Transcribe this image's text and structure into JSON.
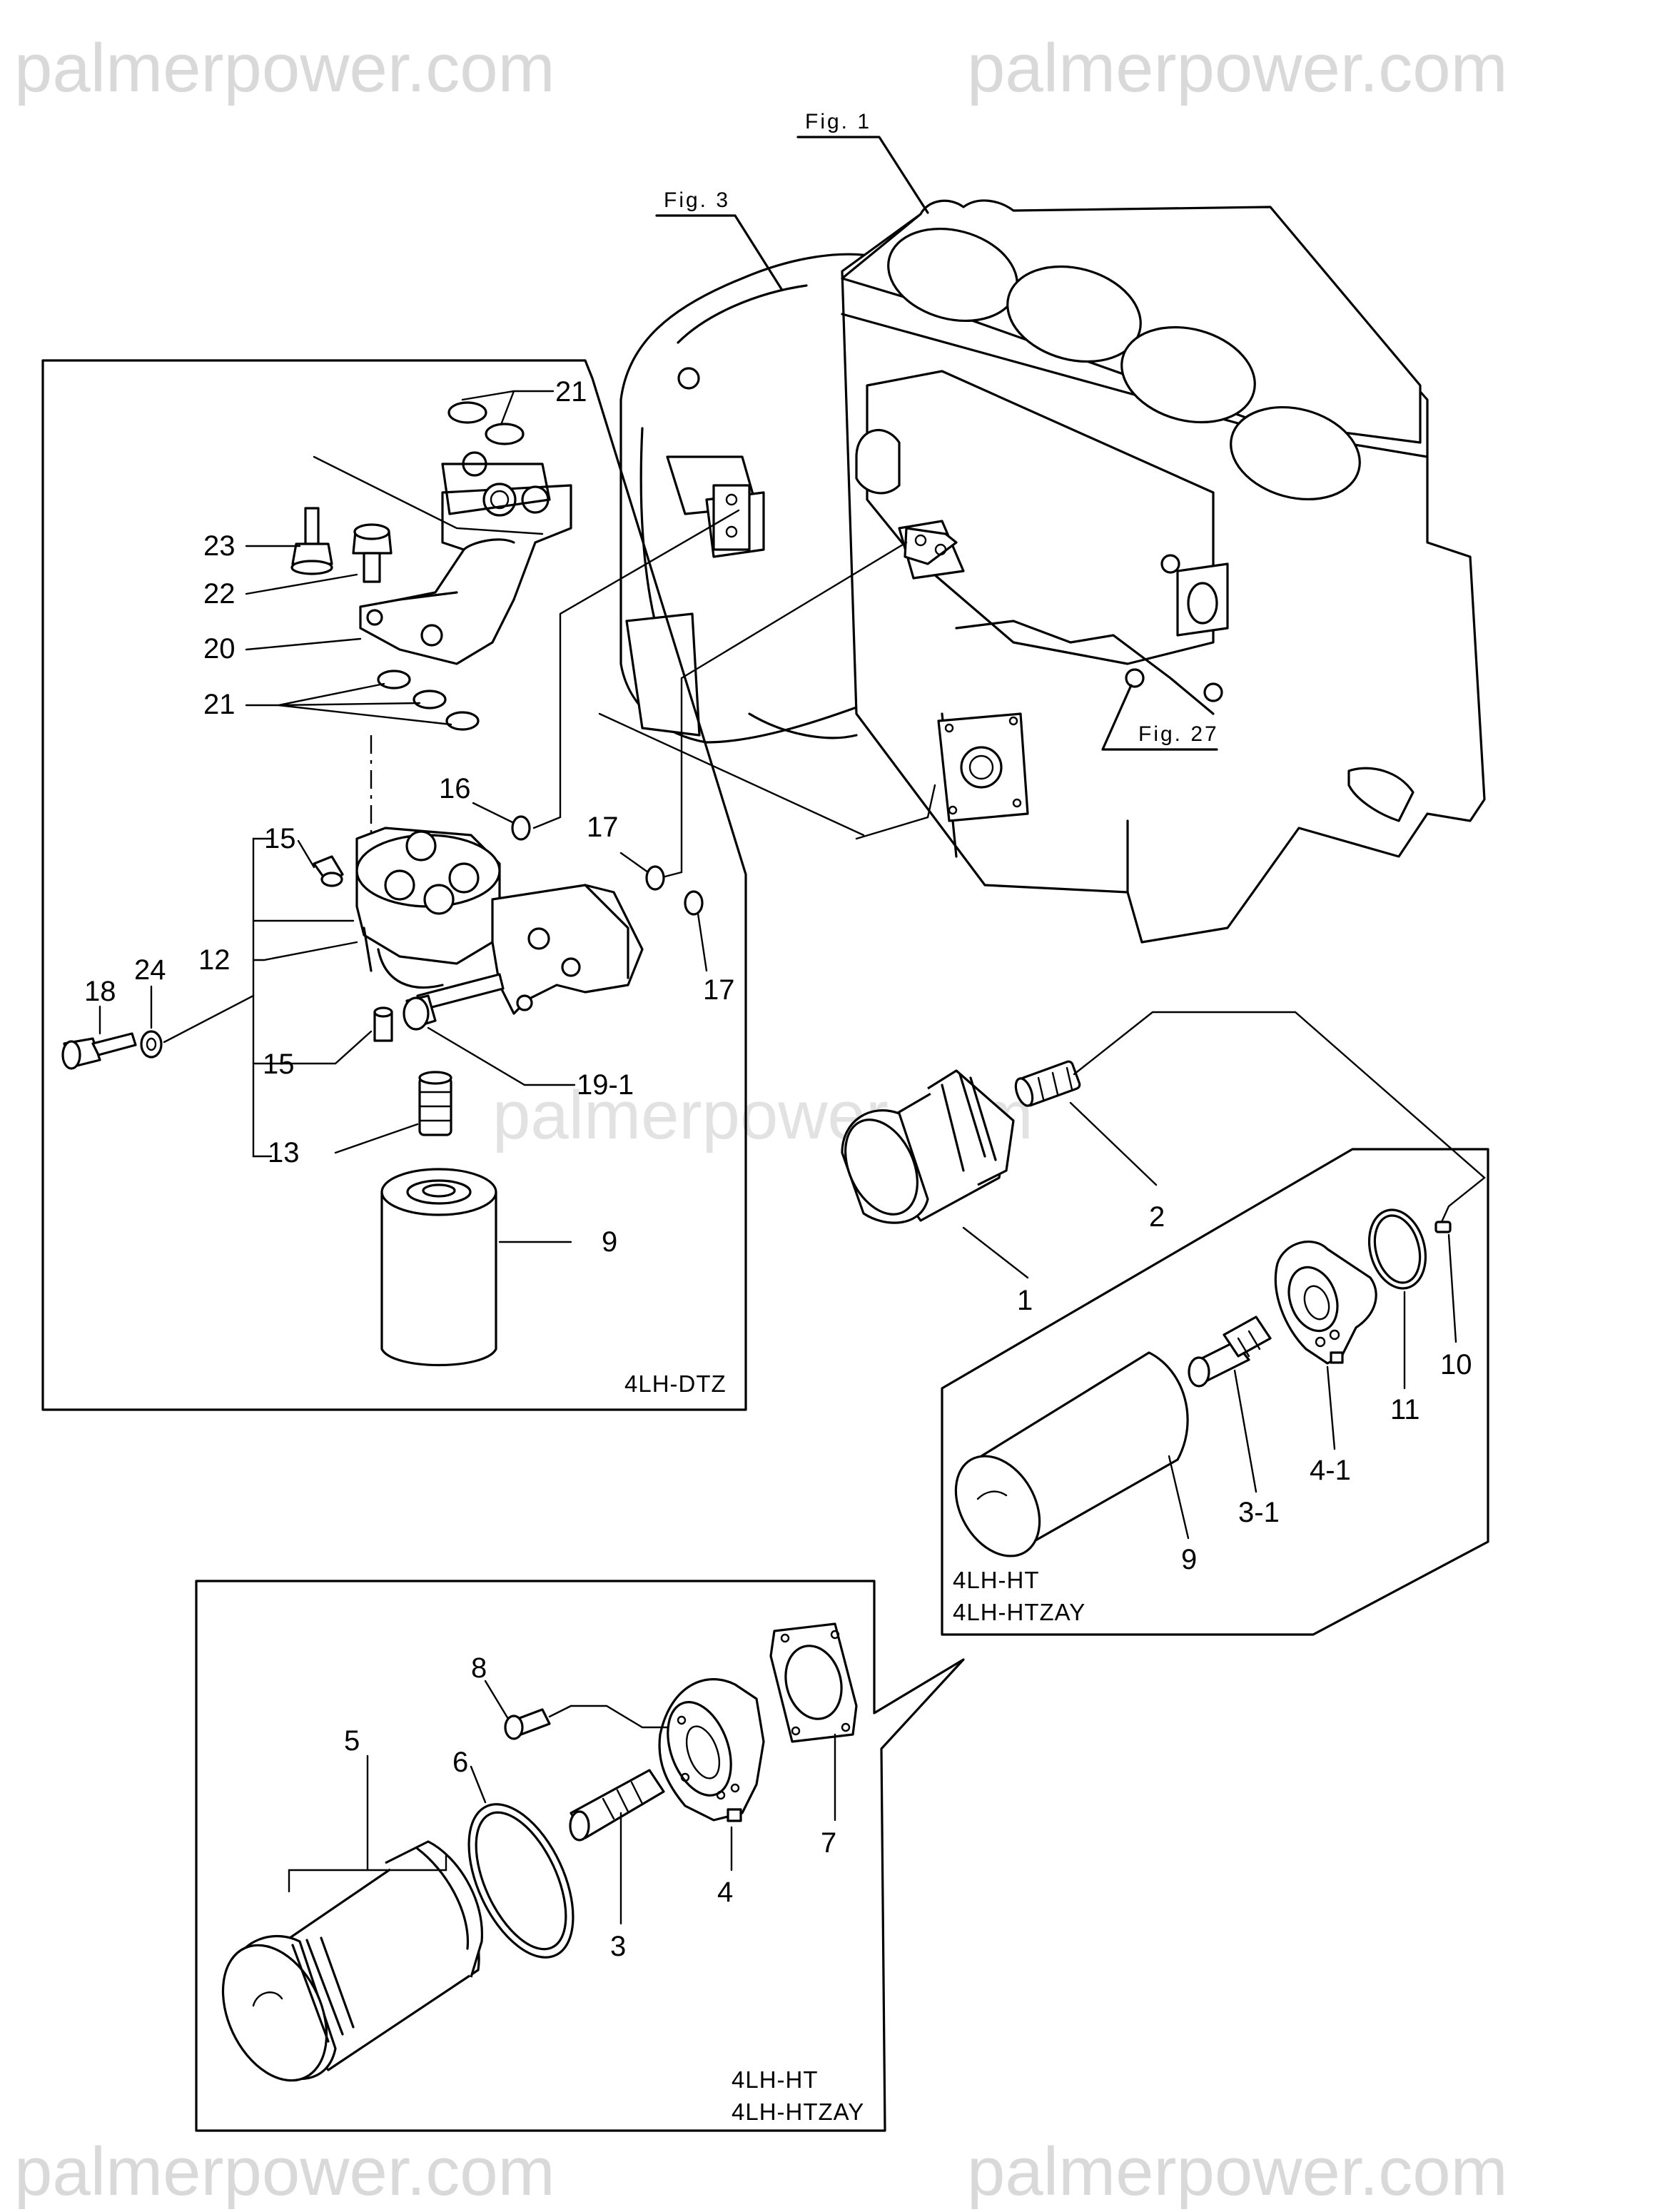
{
  "watermarks": {
    "top_left": "palmerpower.com",
    "top_right": "palmerpower.com",
    "center": "palmerpower.com",
    "bottom_left": "palmerpower.com",
    "bottom_right": "palmerpower.com"
  },
  "figure_refs": {
    "fig1": "Fig. 1",
    "fig3": "Fig. 3",
    "fig27": "Fig. 27"
  },
  "panels": {
    "dtz": {
      "model": "4LH-DTZ"
    },
    "ht_right": {
      "model_line1": "4LH-HT",
      "model_line2": "4LH-HTZAY"
    },
    "ht_bottom": {
      "model_line1": "4LH-HT",
      "model_line2": "4LH-HTZAY"
    }
  },
  "callouts": {
    "c1": "1",
    "c2": "2",
    "c3": "3",
    "c3_1": "3-1",
    "c4": "4",
    "c4_1": "4-1",
    "c5": "5",
    "c6": "6",
    "c7": "7",
    "c8": "8",
    "c9_dtz": "9",
    "c9_ht": "9",
    "c10": "10",
    "c11": "11",
    "c12": "12",
    "c13": "13",
    "c15_top": "15",
    "c15_bot": "15",
    "c16": "16",
    "c17_top": "17",
    "c17_bot": "17",
    "c18": "18",
    "c19_1": "19-1",
    "c20": "20",
    "c21_top": "21",
    "c21_bot": "21",
    "c22": "22",
    "c23": "23",
    "c24": "24"
  }
}
